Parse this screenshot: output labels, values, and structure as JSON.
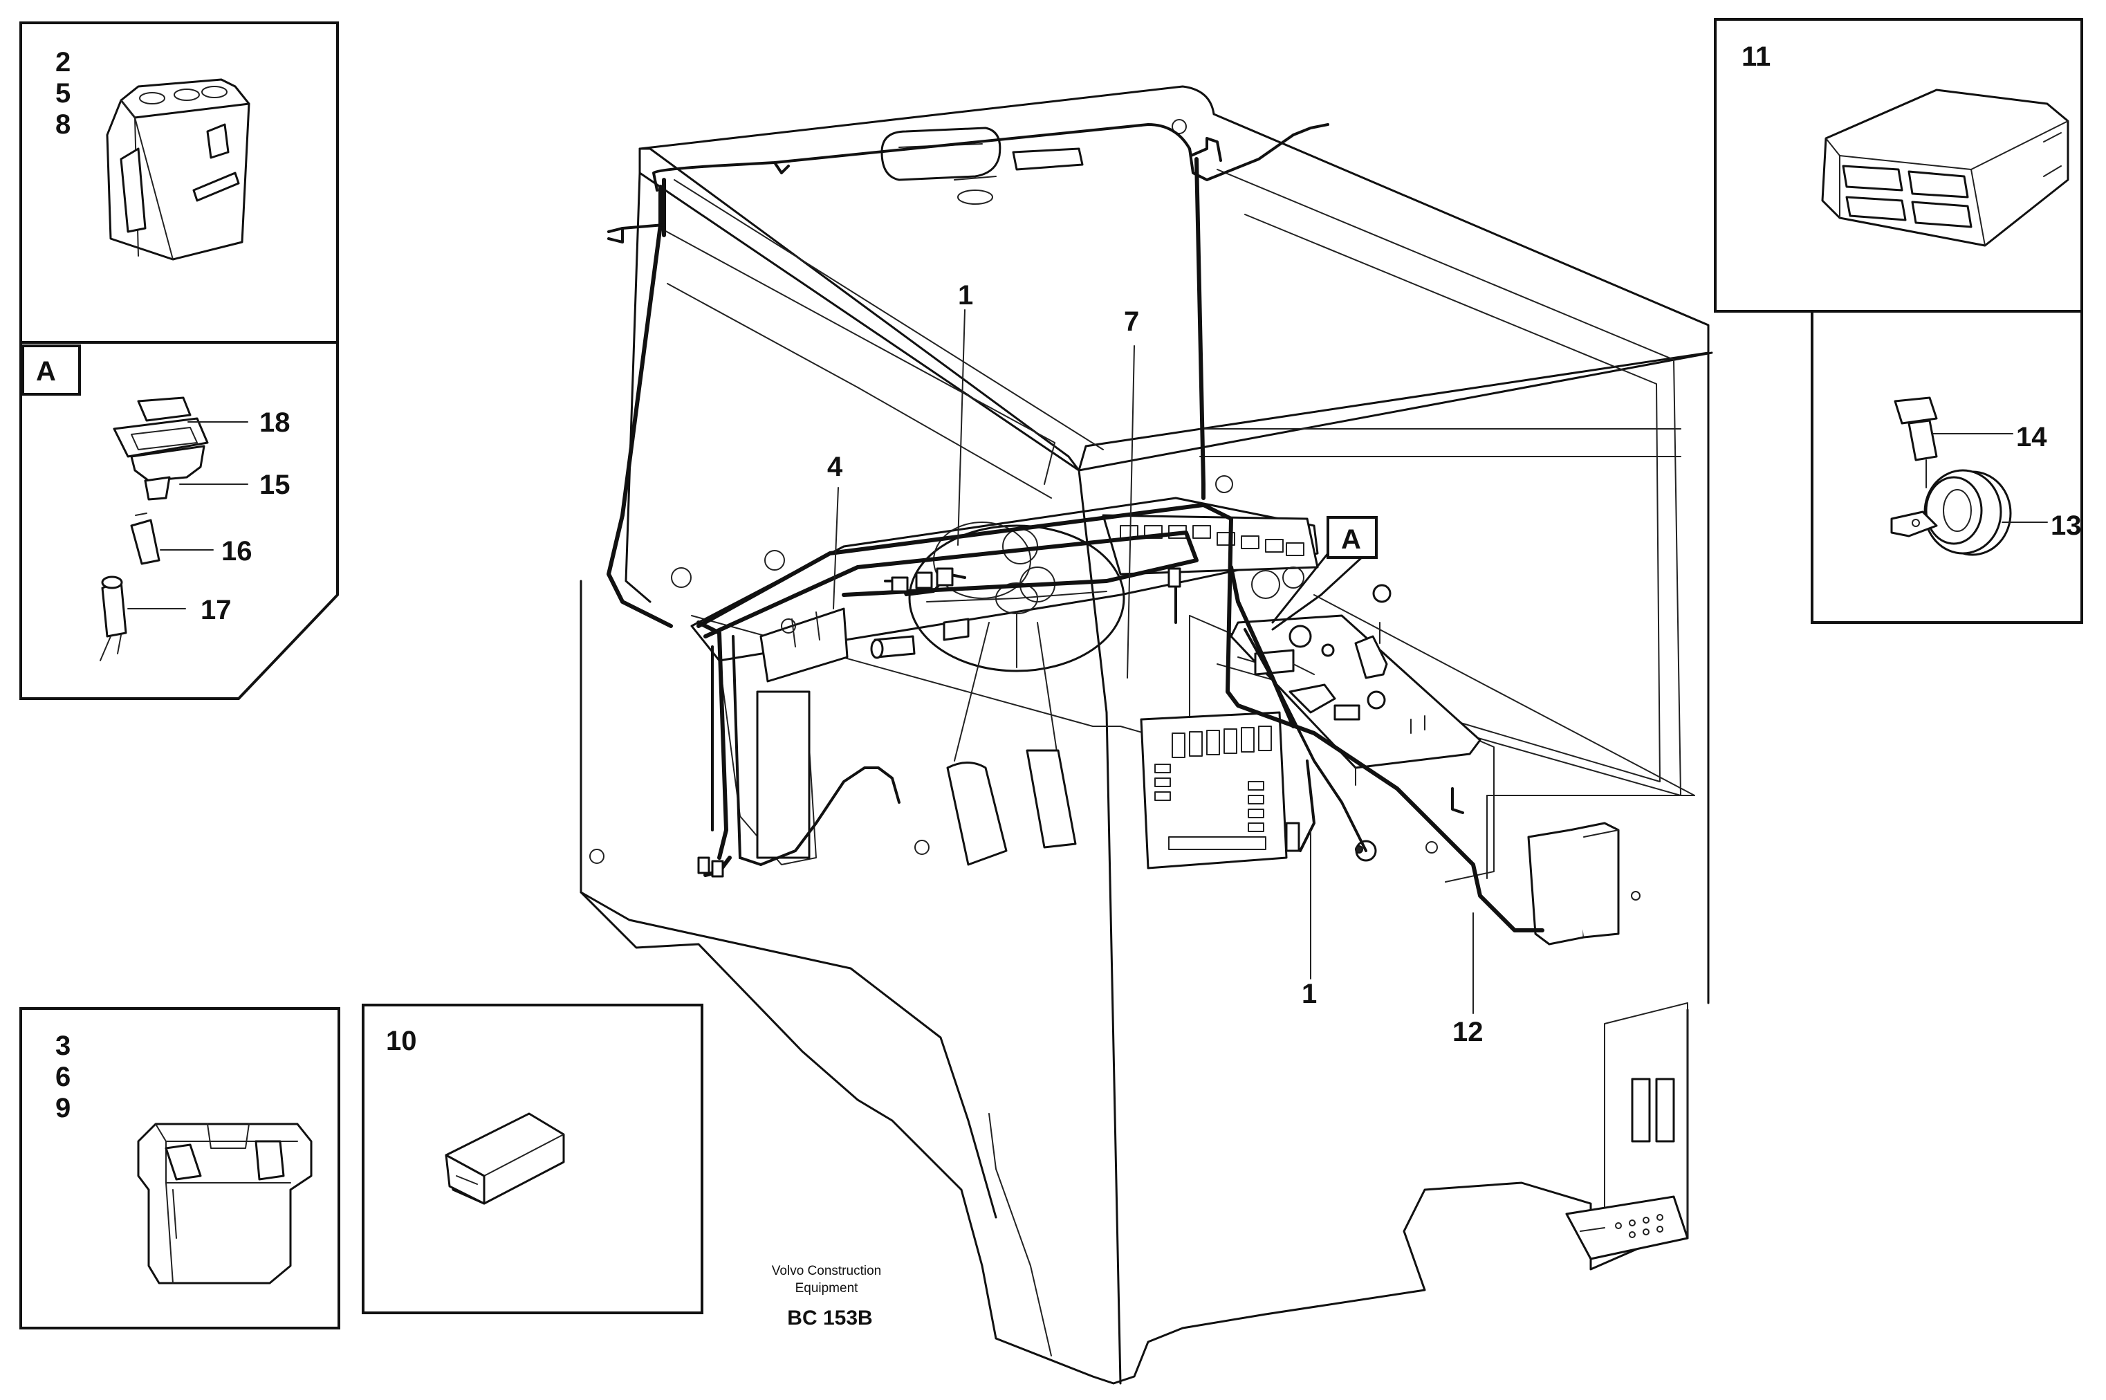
{
  "callouts": {
    "harness_1_top": "1",
    "harness_1_bottom": "1",
    "item_4": "4",
    "item_7": "7",
    "item_12": "12",
    "detail_marker": "A"
  },
  "panels": {
    "relay_258": {
      "label_line1": "2",
      "label_line2": "5",
      "label_line3": "8"
    },
    "detail_a": {
      "marker": "A",
      "items": [
        "18",
        "15",
        "16",
        "17"
      ]
    },
    "relay_369": {
      "label_line1": "3",
      "label_line2": "6",
      "label_line3": "9"
    },
    "fuse_10": {
      "label": "10"
    },
    "connector_11": {
      "label": "11"
    },
    "grommet": {
      "items": [
        "14",
        "13"
      ]
    }
  },
  "footer": {
    "maker_line1": "Volvo Construction",
    "maker_line2": "Equipment",
    "drawing_code": "BC 153B"
  }
}
